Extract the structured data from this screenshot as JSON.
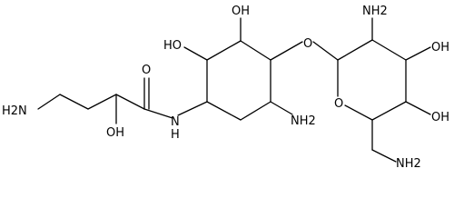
{
  "molecule": {
    "labels": {
      "amine_chain": "H2N",
      "hydroxyl_chain": "OH",
      "carbonyl_oxygen": "O",
      "amide_nh": "N",
      "amide_h": "H",
      "hydroxyl_ring_top": "OH",
      "hydroxyl_ring_left": "HO",
      "amine_ring_bottom": "NH2",
      "glycosidic_oxygen": "O",
      "amine_sugar_top": "NH2",
      "hydroxyl_sugar_right": "OH",
      "ring_oxygen": "O",
      "hydroxyl_sugar_lower": "OH",
      "aminomethyl": "NH2"
    }
  }
}
